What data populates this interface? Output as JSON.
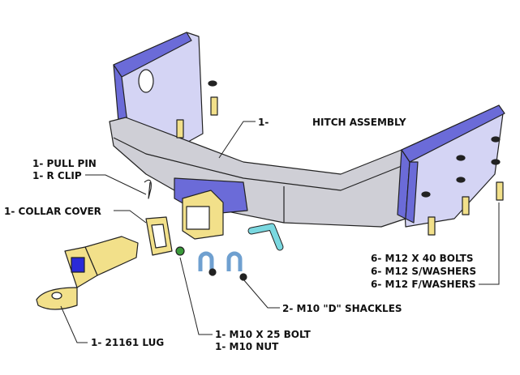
{
  "title": "Hitch assembly exploded parts diagram",
  "colors": {
    "bracket": "#6b6bd8",
    "bracket_light": "#d4d4f4",
    "beam": "#cfcfd6",
    "brass": "#f2e08a",
    "shackle": "#6fa0d0",
    "pin": "#7ad8e0",
    "bolt_green": "#3a9a3a"
  },
  "labels": {
    "hitch_qty": "1-",
    "hitch": "HITCH ASSEMBLY",
    "pull_pin": "1- PULL PIN",
    "r_clip": "1- R CLIP",
    "collar_cover": "1- COLLAR COVER",
    "bolts": "6- M12 X 40 BOLTS",
    "s_washers": "6- M12 S/WASHERS",
    "f_washers": "6- M12 F/WASHERS",
    "shackles": "2- M10 \"D\" SHACKLES",
    "m10_bolt": "1- M10 X 25 BOLT",
    "m10_nut": "1- M10 NUT",
    "lug": "1- 21161 LUG"
  }
}
